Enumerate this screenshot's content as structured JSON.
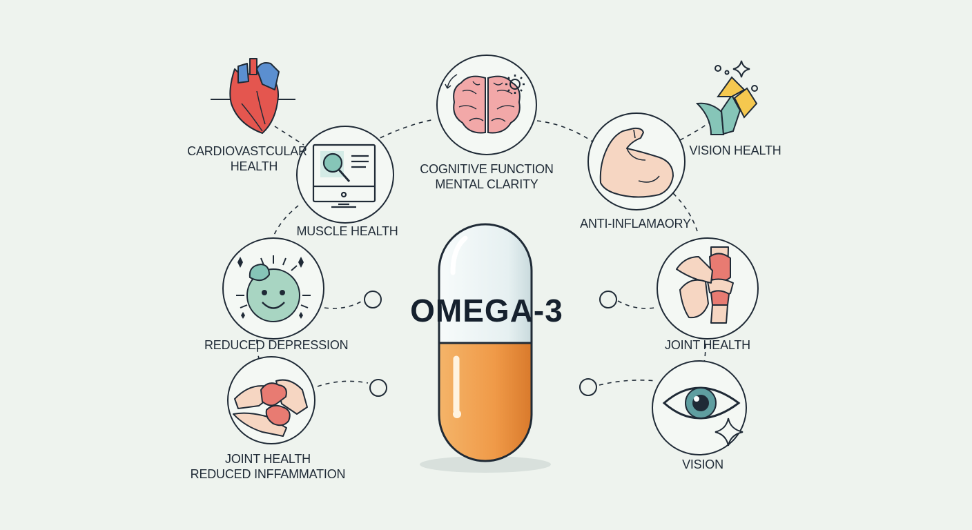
{
  "title": "OMEGA-3",
  "labels": {
    "cardiovascular": [
      "CARDIOVASTCULAR",
      "HEALTH"
    ],
    "muscle": "MUSCLE HEALTH",
    "cognitive": [
      "COGNITIVE FUNCTION",
      "MENTAL CLARITY"
    ],
    "vision_top": "VISION HEALTH",
    "anti_inflammatory": "ANTI-INFLAMAORY",
    "depression": "REDUCED DEPRESSION",
    "joint_right": "JOINT HEALTH",
    "joint_left": [
      "JOINT HEALTH",
      "REDUCED INFFAMMATION"
    ],
    "vision_bottom": "VISION"
  },
  "colors": {
    "background": "#eef3ee",
    "outline": "#1f2a36",
    "capsule_top": "#eef6f6",
    "capsule_bottom": "#f0a050",
    "heart_red": "#e4564f",
    "heart_blue": "#5b8fd0",
    "brain_pink": "#f2a8a8",
    "muscle_skin": "#f6d6c2",
    "joint_red": "#e87b72",
    "face_green": "#a8d5c2",
    "eye_teal": "#5f9ea0",
    "gem_yellow": "#f5c84f",
    "gem_teal": "#86c5b8"
  },
  "icons": [
    "heart-icon",
    "monitor-magnifier-icon",
    "brain-icon",
    "crystal-icon",
    "bicep-icon",
    "smiley-face-icon",
    "joint-icon",
    "eye-icon",
    "hands-joint-icon",
    "capsule-icon"
  ]
}
